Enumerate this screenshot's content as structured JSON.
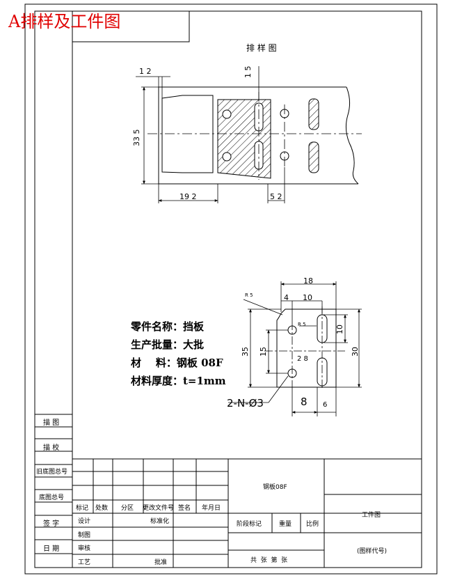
{
  "header_title": "A排样及工件图",
  "strip_title": "排 样 图",
  "strip_dims": {
    "d1": "1 2",
    "d2": "1 5",
    "d3": "33 5",
    "d4": "19 2",
    "d5": "5 2"
  },
  "part_dims": {
    "d18": "18",
    "d4": "4",
    "d10": "10",
    "r5": "R 5",
    "r5b": "R 5",
    "d10v": "10",
    "d15": "15",
    "d35": "35",
    "d30": "30",
    "d28": "2 8",
    "d8": "8",
    "d6": "6",
    "holes": "2-N-Ø3"
  },
  "part_info": {
    "name": "零件名称：挡板",
    "batch": "生产批量：大批",
    "material": "材    料：钢板 08F",
    "thickness": "材料厚度：t=1mm"
  },
  "side_labels": {
    "drawing": "描 图",
    "check": "描 校",
    "old_no": "旧底图总号",
    "base_no": "底图总号",
    "sign": "签 字",
    "date": "日 期"
  },
  "title_block": {
    "mark": "标记",
    "count": "处数",
    "zone": "分区",
    "file_no": "更改文件号",
    "sign": "签名",
    "ymd": "年月日",
    "design": "设计",
    "standard": "标准化",
    "draw": "制图",
    "review": "审核",
    "process": "工艺",
    "approve": "批准",
    "material": "钢板08F",
    "stage": "阶段标记",
    "weight": "重量",
    "scale": "比例",
    "sheets": "共  张  第  张",
    "part_name": "工件图",
    "drawing_code": "(图样代号)"
  }
}
